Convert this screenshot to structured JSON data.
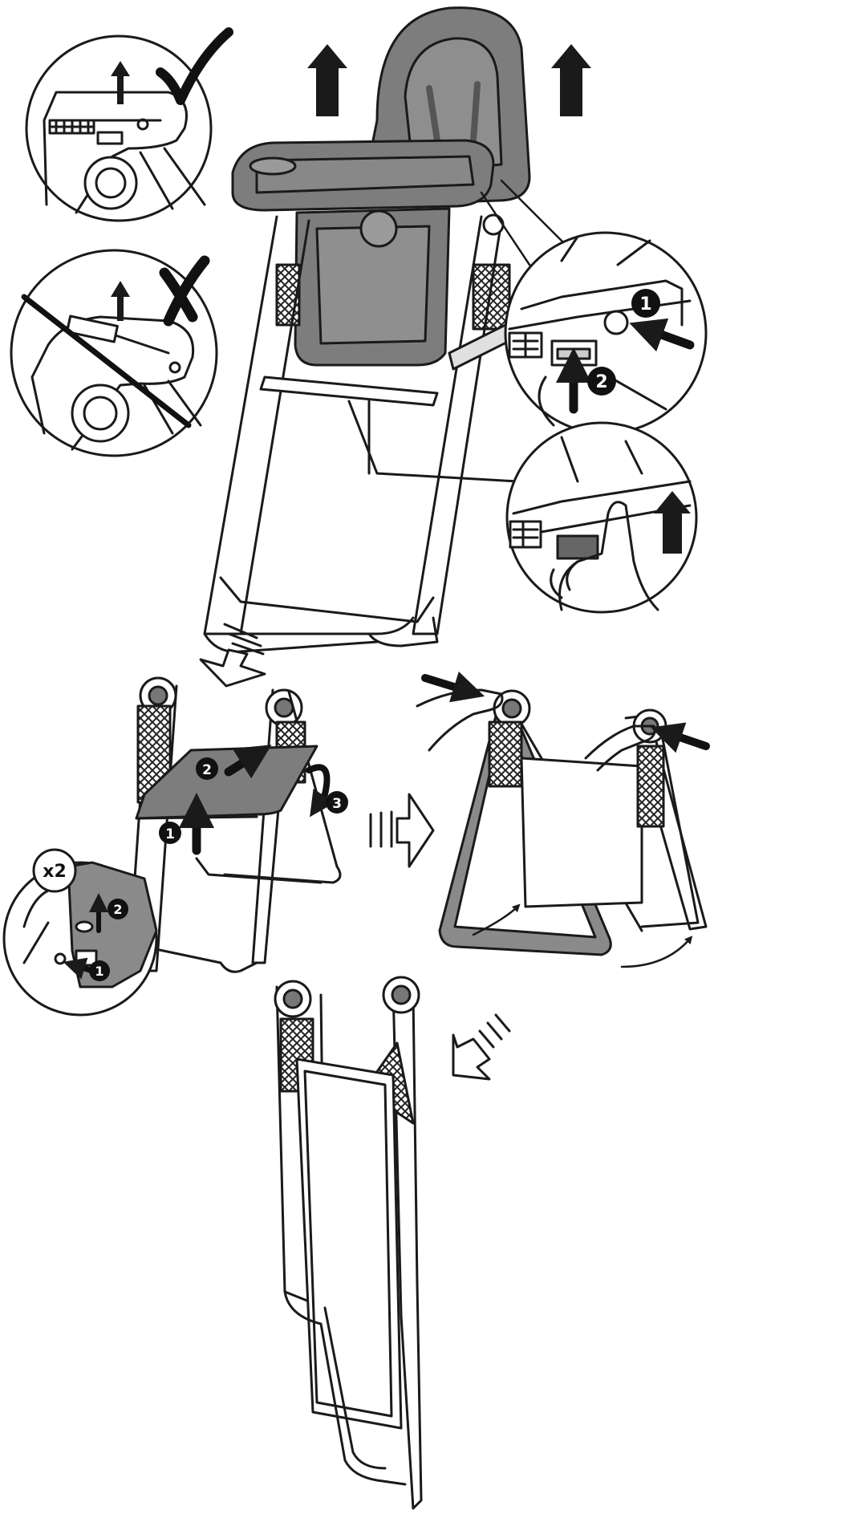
{
  "figure": {
    "colors": {
      "line": "#1a1a1a",
      "gray_fill": "#7d7d7d",
      "dark_fill": "#555555",
      "light_fill": "#d9d9d9",
      "paper": "#ffffff"
    },
    "icons": [
      "check-mark-icon",
      "cross-mark-icon",
      "up-arrow-icon",
      "down-arrow-icon",
      "right-arrow-icon",
      "rotate-arrow-icon"
    ],
    "badges": {
      "release_button_step": "1",
      "release_lever_step": "2",
      "tray_step_1": "1",
      "tray_step_2": "2",
      "tray_step_3": "3",
      "seat_inset_step_1": "1",
      "seat_inset_step_2": "2"
    },
    "multiplier_label": "x2"
  }
}
